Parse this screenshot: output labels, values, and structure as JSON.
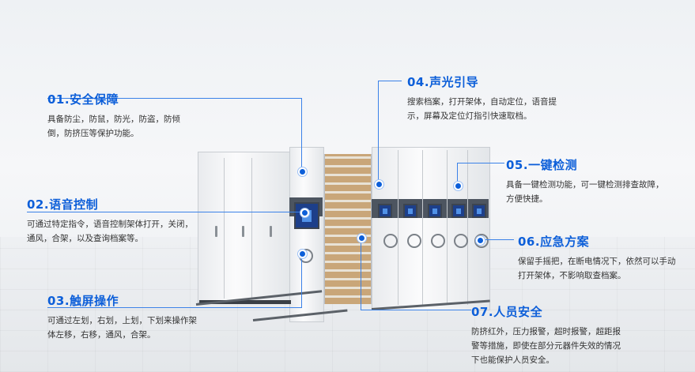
{
  "features": [
    {
      "id": "01",
      "title": "01.安全保障",
      "desc": "具备防尘，防鼠，防光，防盗，防倾倒，防挤压等保护功能。"
    },
    {
      "id": "02",
      "title": "02.语音控制",
      "desc": "可通过特定指令，语音控制架体打开，关闭，通风，合架，以及查询档案等。"
    },
    {
      "id": "03",
      "title": "03.触屏操作",
      "desc": "可通过左划，右划，上划，下划来操作架体左移，右移，通风，合架。"
    },
    {
      "id": "04",
      "title": "04.声光引导",
      "desc": "搜索档案，打开架体，自动定位，语音提示，屏幕及定位灯指引快速取档。"
    },
    {
      "id": "05",
      "title": "05.一键检测",
      "desc": "具备一键检测功能，可一键检测排查故障，方便快捷。"
    },
    {
      "id": "06",
      "title": "06.应急方案",
      "desc": "保留手摇把，在断电情况下，依然可以手动打开架体，不影响取查档案。"
    },
    {
      "id": "07",
      "title": "07.人员安全",
      "desc": "防挤红外，压力报警，超时报警，超距报警等措施，即使在部分元器件失效的情况下也能保护人员安全。"
    }
  ],
  "colors": {
    "accent": "#0d5fd9",
    "text": "#333333"
  }
}
